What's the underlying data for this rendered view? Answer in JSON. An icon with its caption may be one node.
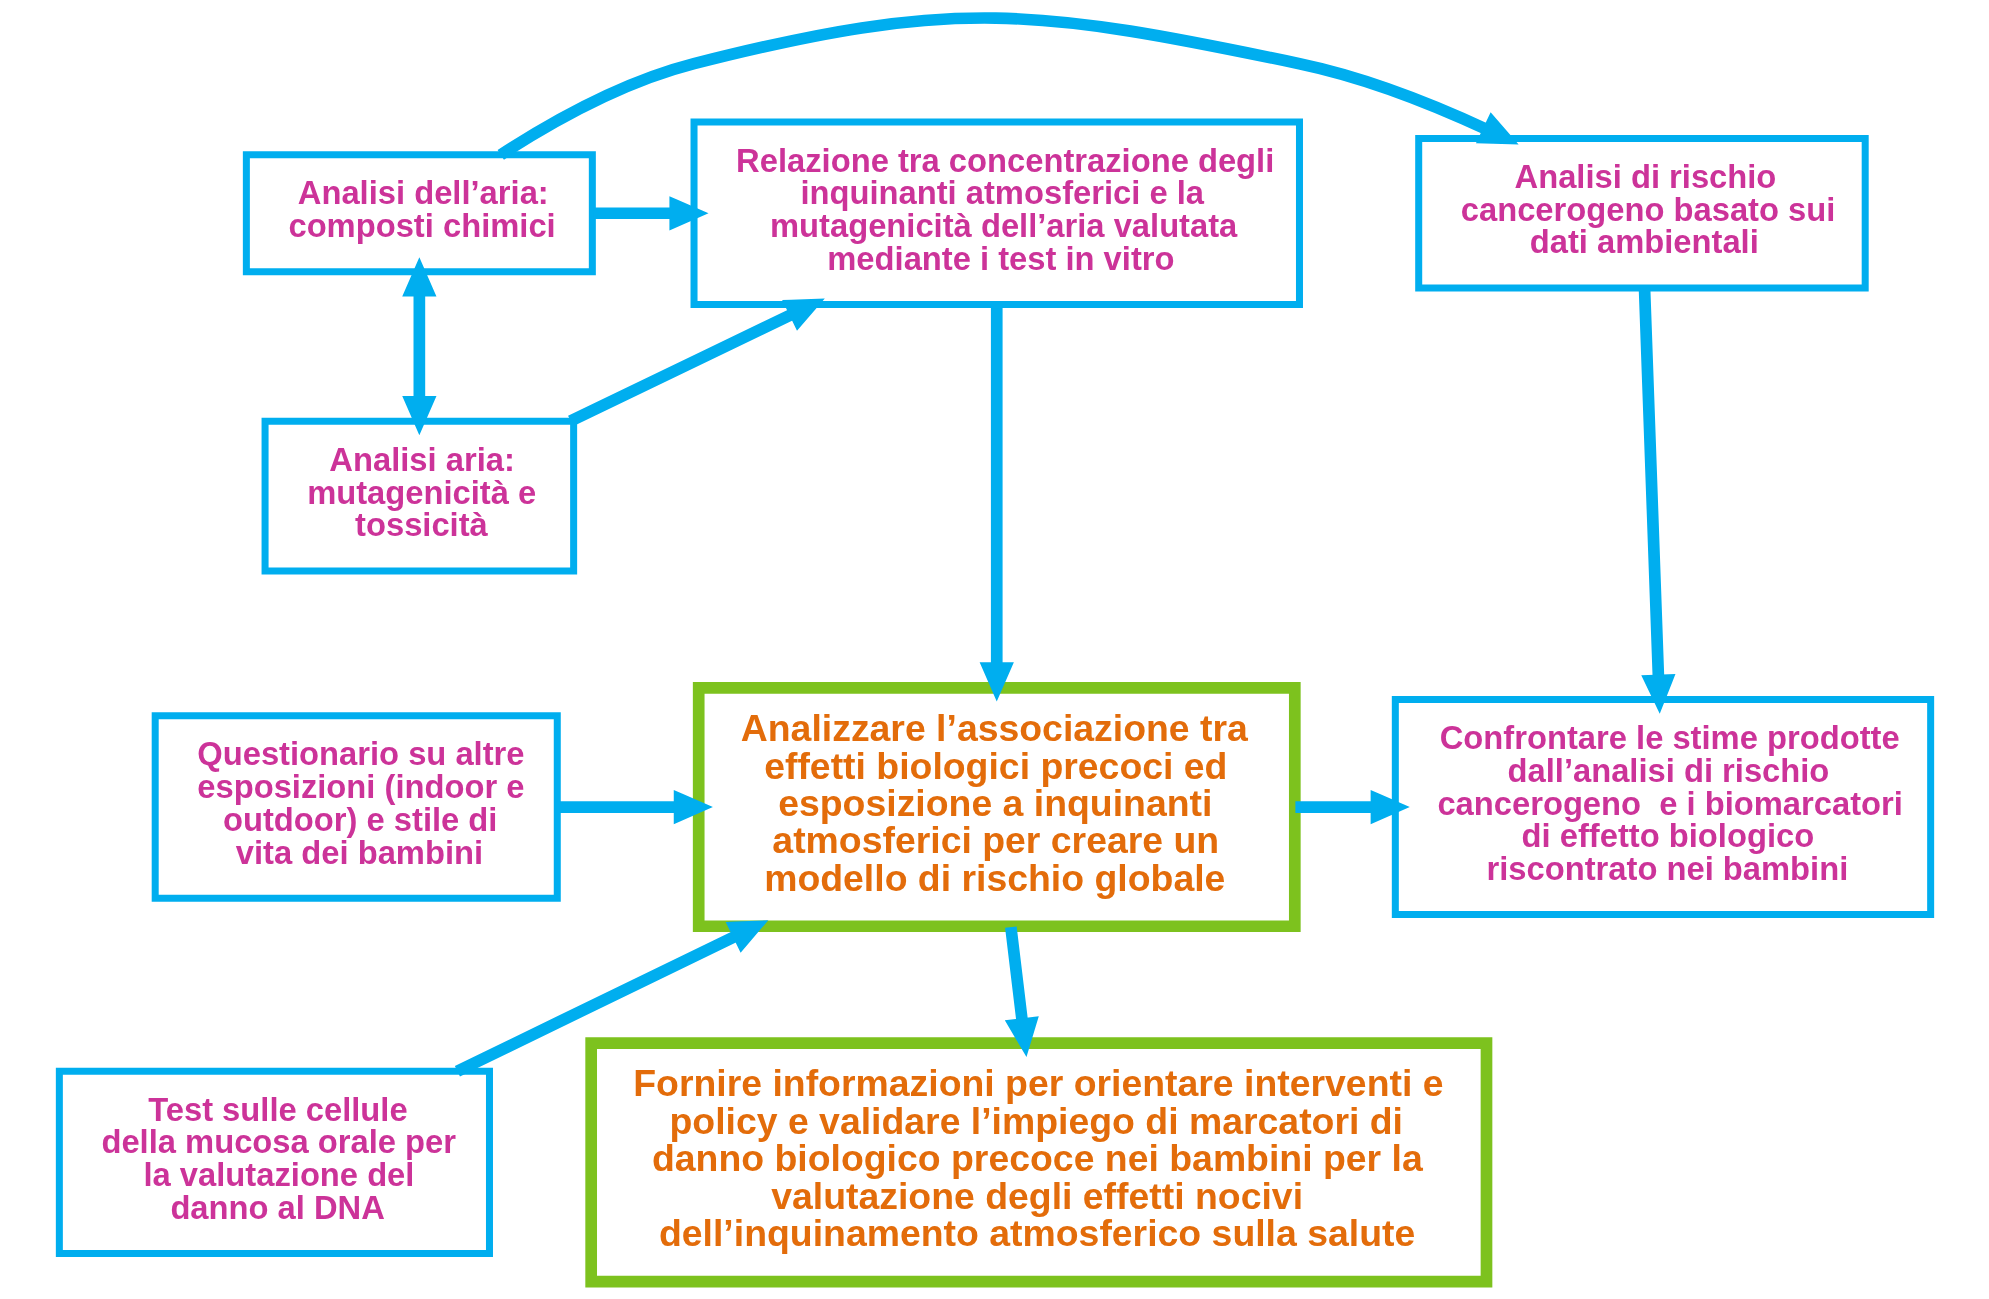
{
  "diagram": {
    "nodes": [
      {
        "text": [
          "Analisi dell’aria: composti chimici"
        ]
      },
      {
        "text": [
          "Analisi aria: mutagenicità e tossicità"
        ]
      },
      {
        "text": [
          "Relazione tra concentrazione degli inquinanti atmosferici e la mutagenicità dell’aria valutata mediante i test in vitro"
        ]
      },
      {
        "text": [
          "Analisi di rischio cancerogeno basato sui dati ambientali"
        ]
      },
      {
        "text": [
          "Questionario su altre esposizioni (indoor e outdoor) e stile di vita dei bambini"
        ]
      },
      {
        "text": [
          "Test sulle cellule della mucosa orale per la valutazione del danno al DNA"
        ]
      },
      {
        "text": [
          "Analizzare l’associazione tra effetti biologici precoci ed esposizione a inquinanti atmosferici per creare un modello di rischio globale"
        ]
      },
      {
        "text": [
          "Confrontare le stime prodotte dall’analisi di rischio cancerogeno  e i biomarcatori di effetto biologico riscontrato nei bambini"
        ]
      },
      {
        "text": [
          "Fornire informazioni per orientare interventi e policy e validare l’impiego di marcatori di danno biologico precoce nei bambini per la valutazione degli effetti nocivi dell’inquinamento atmosferico sulla salute"
        ]
      }
    ],
    "edges": [
      {
        "from": 0,
        "to": 1,
        "arrow": "both"
      },
      {
        "from": 0,
        "to": 3,
        "arrow": "to"
      },
      {
        "from": 0,
        "to": 2,
        "arrow": "to"
      },
      {
        "from": 1,
        "to": 2,
        "arrow": "to"
      },
      {
        "from": 3,
        "to": 7,
        "arrow": "to"
      },
      {
        "from": 2,
        "to": 6,
        "arrow": "to"
      },
      {
        "from": 4,
        "to": 6,
        "arrow": "to"
      },
      {
        "from": 5,
        "to": 6,
        "arrow": "to"
      },
      {
        "from": 6,
        "to": 7,
        "arrow": "to"
      },
      {
        "from": 6,
        "to": 8,
        "arrow": "to"
      }
    ]
  }
}
